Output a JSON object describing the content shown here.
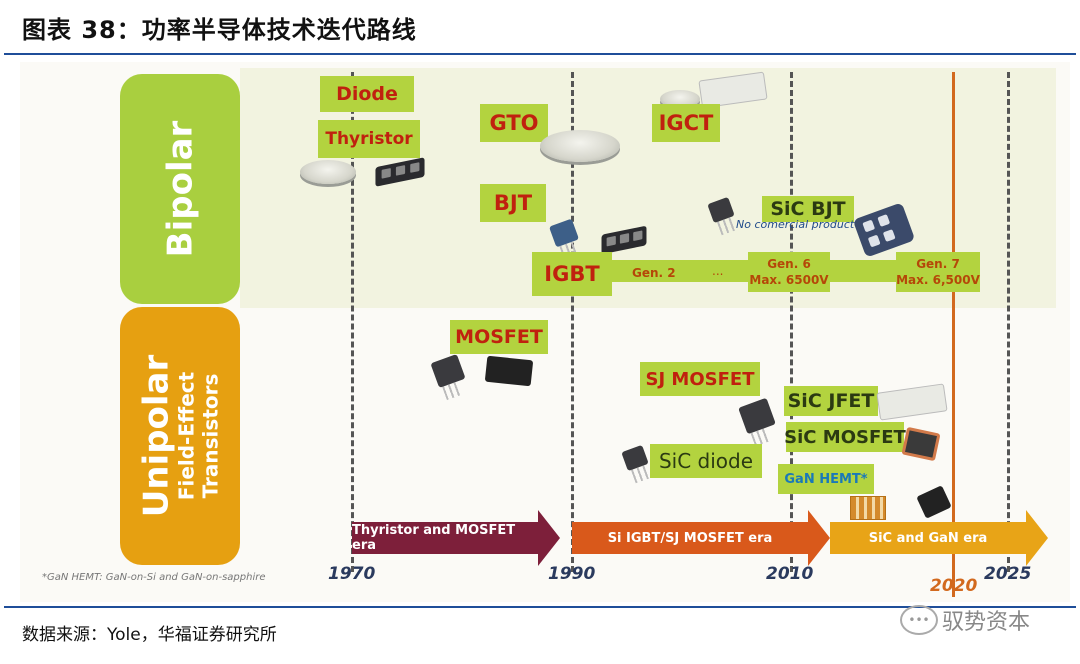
{
  "header": {
    "title": "图表 38：功率半导体技术迭代路线"
  },
  "categories": {
    "bipolar": {
      "label": "Bipolar",
      "color": "#a9cf3f"
    },
    "unipolar": {
      "label": "Unipolar",
      "sublabel_1": "Field-Effect",
      "sublabel_2": "Transistors",
      "color": "#e6a011"
    }
  },
  "devices": {
    "diode": "Diode",
    "thyristor": "Thyristor",
    "gto": "GTO",
    "igct": "IGCT",
    "bjt": "BJT",
    "sic_bjt": "SiC BJT",
    "sic_bjt_note": "No comercial product",
    "igbt": "IGBT",
    "igbt_gen2": "Gen. 2",
    "igbt_ellipsis": "...",
    "igbt_gen6_line1": "Gen. 6",
    "igbt_gen6_line2": "Max. 6500V",
    "igbt_gen7_line1": "Gen. 7",
    "igbt_gen7_line2": "Max. 6,500V",
    "mosfet": "MOSFET",
    "sj_mosfet": "SJ MOSFET",
    "sic_jfet": "SiC JFET",
    "sic_mosfet": "SiC MOSFET",
    "sic_diode": "SiC diode",
    "gan_hemt": "GaN HEMT*"
  },
  "eras": [
    {
      "label": "Thyristor and MOSFET era",
      "color": "#7d1f3a"
    },
    {
      "label": "Si IGBT/SJ MOSFET era",
      "color": "#d9591b"
    },
    {
      "label": "SiC and GaN era",
      "color": "#e8a417"
    }
  ],
  "timeline": {
    "years": [
      "1970",
      "1990",
      "2010",
      "2025"
    ],
    "current_year": "2020",
    "current_year_color": "#d2691e"
  },
  "footnote": "*GaN HEMT: GaN-on-Si and GaN-on-sapphire",
  "footer": {
    "source": "数据来源：Yole，华福证券研究所",
    "watermark": "驭势资本"
  }
}
